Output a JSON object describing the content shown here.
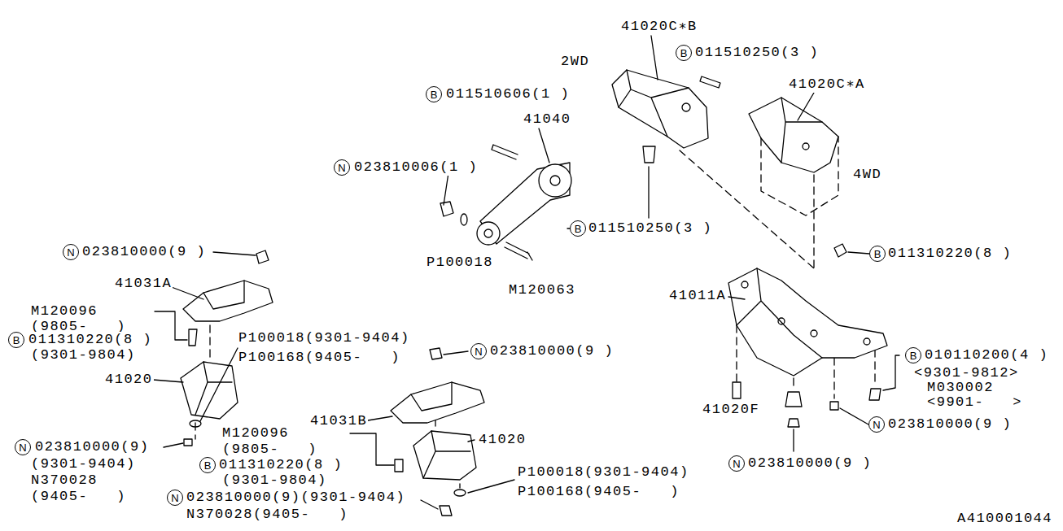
{
  "diagram": {
    "nodes": [
      {
        "text": [
          "B"
        ]
      },
      {
        "text": [
          "B"
        ]
      },
      {
        "text": [
          "N"
        ]
      },
      {
        "text": [
          "B"
        ]
      },
      {
        "text": [
          "N"
        ]
      },
      {
        "text": [
          "B"
        ]
      },
      {
        "text": [
          "B"
        ]
      },
      {
        "text": [
          "N"
        ]
      },
      {
        "text": [
          "B"
        ]
      },
      {
        "text": [
          "N"
        ]
      },
      {
        "text": [
          "N"
        ]
      },
      {
        "text": [
          "B"
        ]
      },
      {
        "text": [
          "N"
        ]
      },
      {
        "text": [
          "N"
        ]
      }
    ],
    "labels": [
      "41020C∗B",
      "2WD",
      "011510250(3 )",
      "41020C∗A",
      "011510606(1 )",
      "41040",
      "023810006(1 )",
      "4WD",
      "011510250(3 )",
      "023810000(9 )",
      "011310220(8 )",
      "P100018",
      "41031A",
      "M120063",
      "41011A",
      "M120096",
      "(9805-   )",
      "P100018(9301-9404)",
      "011310220(8 )",
      "023810000(9 )",
      "010110200(4 )",
      "(9301-9804)",
      "P100168(9405-   )",
      "<9301-9812>",
      "41020",
      "M030002",
      "<9901-   >",
      "41020F",
      "41031B",
      "023810000(9 )",
      "M120096",
      "41020",
      "023810000(9)",
      "(9805-   )",
      "(9301-9404)",
      "011310220(8 )",
      "023810000(9 )",
      "P100018(9301-9404)",
      "(9301-9804)",
      "N370028",
      "P100168(9405-   )",
      "(9405-   )",
      "023810000(9)(9301-9404)",
      "N370028(9405-   )",
      "A410001044"
    ]
  }
}
